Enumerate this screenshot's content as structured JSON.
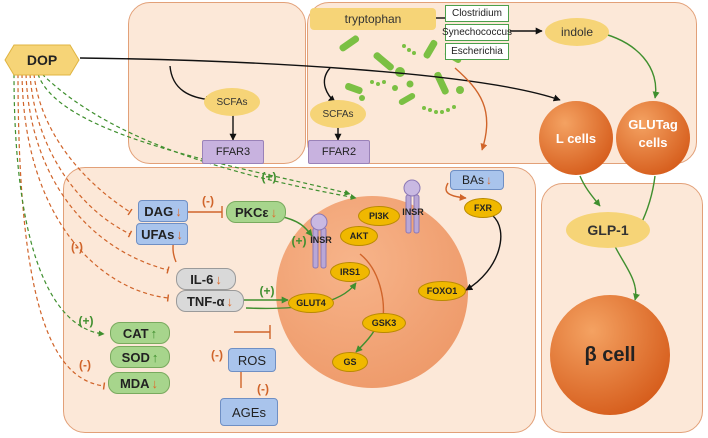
{
  "nodes": {
    "dop": "DOP",
    "tryptophan": "tryptophan",
    "bacteria": [
      "Clostridium",
      "Synechococcus",
      "Escherichia"
    ],
    "indole": "indole",
    "scfas_1": "SCFAs",
    "scfas_2": "SCFAs",
    "ffar3": "FFAR3",
    "ffar2": "FFAR2",
    "l_cells": "L cells",
    "glutag_line1": "GLUTag",
    "glutag_line2": "cells",
    "glp1": "GLP-1",
    "beta_cell": "β cell",
    "dag": "DAG",
    "pkce": "PKCε",
    "ufas": "UFAs",
    "il6": "IL-6",
    "tnfa": "TNF-α",
    "cat": "CAT",
    "sod": "SOD",
    "mda": "MDA",
    "ros": "ROS",
    "ages": "AGEs",
    "bas": "BAs",
    "insr_1": "INSR",
    "insr_2": "INSR",
    "pi3k": "PI3K",
    "akt": "AKT",
    "irs1": "IRS1",
    "glut4": "GLUT4",
    "gsk3": "GSK3",
    "gs": "GS",
    "fxr": "FXR",
    "foxo1": "FOXO1"
  },
  "regulation": {
    "down_arrow": "↓",
    "up_arrow": "↑",
    "plus": "(+)",
    "minus": "(-)"
  },
  "colors": {
    "panel_fill": "#fce8d8",
    "panel_border": "#e2a078",
    "activation_green": "#3f8f2e",
    "inhibition_orange": "#d0642a",
    "cell_orange": "#e8732a",
    "pathway_gold": "#f0b800",
    "receptor_blue": "#a9c4ec",
    "marker_green": "#a7d58c"
  },
  "icons": [
    "bacteria-rods-icon",
    "receptor-icon",
    "cell-sphere-icon"
  ]
}
